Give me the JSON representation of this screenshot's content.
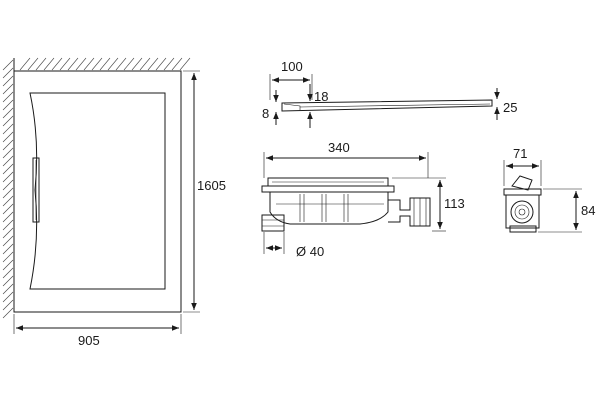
{
  "plan_view": {
    "width_label": "905",
    "height_label": "1605"
  },
  "tray_profile": {
    "length_label": "100",
    "thickness_label": "8",
    "rim_label": "18",
    "edge_height_label": "25"
  },
  "drain_side": {
    "width_label": "340",
    "height_label": "113",
    "outlet_label": "Ø 40"
  },
  "drain_end": {
    "width_label": "71",
    "height_label": "84"
  }
}
